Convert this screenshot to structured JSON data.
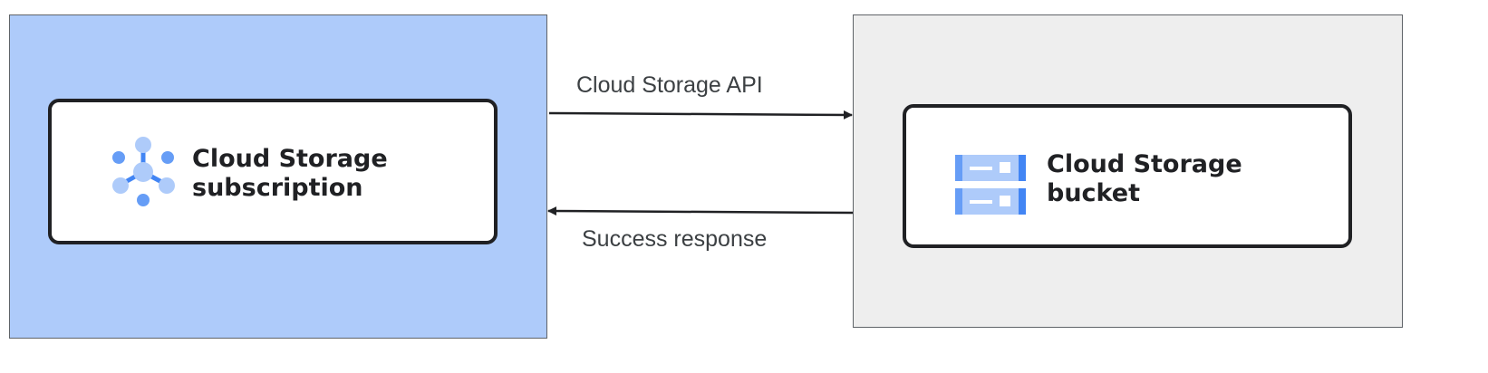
{
  "left": {
    "title_line1": "Cloud Storage",
    "title_line2": "subscription",
    "icon": "pubsub-hub-icon",
    "fill": "#aecbfa"
  },
  "right": {
    "title_line1": "Cloud Storage",
    "title_line2": "bucket",
    "icon": "storage-bucket-icon",
    "fill": "#eeeeee"
  },
  "arrows": {
    "request_label": "Cloud Storage API",
    "response_label": "Success response"
  }
}
